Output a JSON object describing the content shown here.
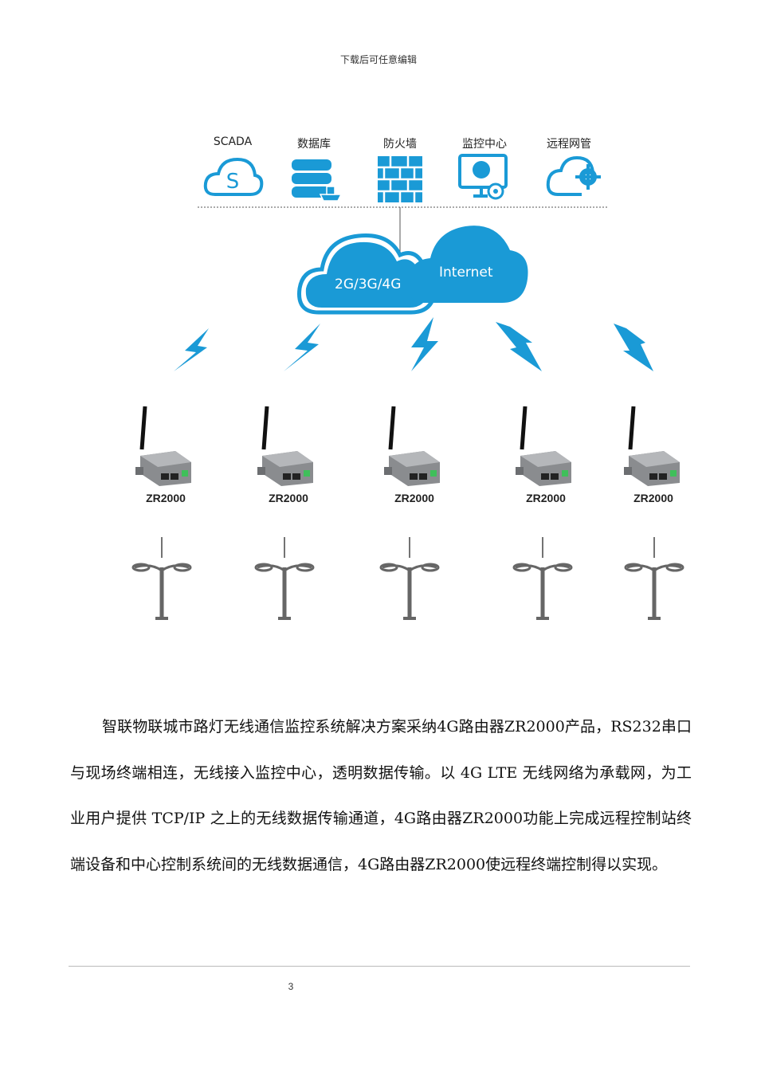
{
  "header_note": "下载后可任意编辑",
  "diagram": {
    "top_items": [
      {
        "label": "SCADA",
        "icon": "scada-cloud-icon"
      },
      {
        "label": "数据库",
        "icon": "database-icon"
      },
      {
        "label": "防火墙",
        "icon": "firewall-icon"
      },
      {
        "label": "监控中心",
        "icon": "monitor-center-icon"
      },
      {
        "label": "远程网管",
        "icon": "remote-management-icon"
      }
    ],
    "cloud_mobile": "2G/3G/4G",
    "cloud_internet": "Internet",
    "devices": [
      "ZR2000",
      "ZR2000",
      "ZR2000",
      "ZR2000",
      "ZR2000"
    ],
    "accent_color": "#1a9ad6"
  },
  "paragraph": "智联物联城市路灯无线通信监控系统解决方案采纳4G路由器ZR2000产品，RS232串口与现场终端相连，无线接入监控中心，透明数据传输。以 4G LTE 无线网络为承载网，为工业用户提供 TCP/IP 之上的无线数据传输通道，4G路由器ZR2000功能上完成远程控制站终端设备和中心控制系统间的无线数据通信，4G路由器ZR2000使远程终端控制得以实现。",
  "page_number": "3"
}
